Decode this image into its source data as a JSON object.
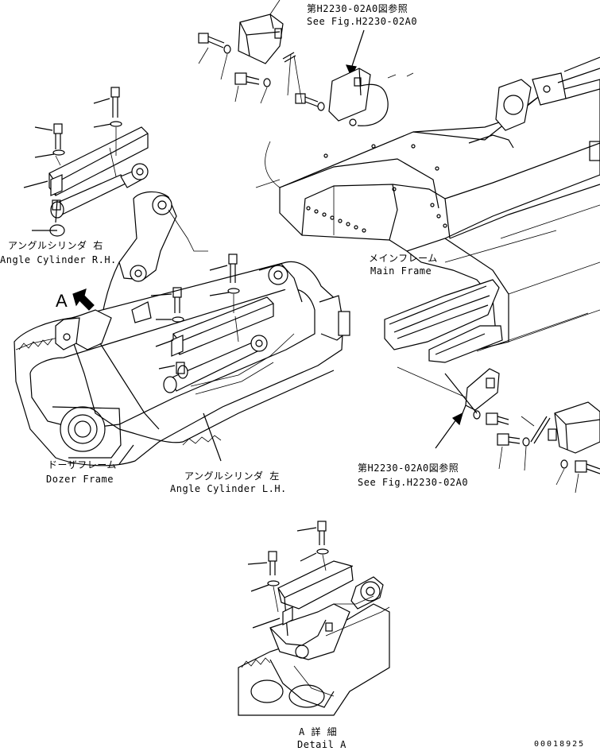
{
  "labels": {
    "ref_top_jp": "第H2230-02A0図参照",
    "ref_top_en": "See Fig.H2230-02A0",
    "angle_rh_jp": "アングルシリンダ 右",
    "angle_rh_en": "Angle Cylinder R.H.",
    "main_frame_jp": "メインフレーム",
    "main_frame_en": "Main Frame",
    "view_marker": "A",
    "dozer_frame_jp": "ドーザフレーム",
    "dozer_frame_en": "Dozer Frame",
    "angle_lh_jp": "アングルシリンダ 左",
    "angle_lh_en": "Angle Cylinder L.H.",
    "ref_bottom_jp": "第H2230-02A0図参照",
    "ref_bottom_en": "See Fig.H2230-02A0",
    "detail_jp": "A 詳 細",
    "detail_en": "Detail A",
    "drawing_number": "00018925"
  }
}
